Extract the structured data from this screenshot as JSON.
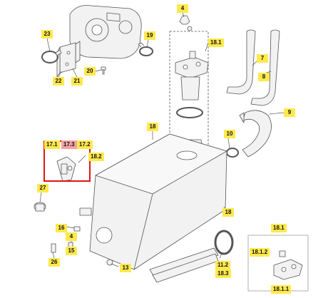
{
  "callouts": {
    "c23": "23",
    "c22": "22",
    "c21": "21",
    "c20": "20",
    "c19": "19",
    "c4top": "4",
    "c18_1top": "18.1",
    "c7": "7",
    "c8": "8",
    "c9": "9",
    "c18main": "18",
    "c10": "10",
    "c17_1": "17.1",
    "c17_2": "17.2",
    "c17_3": "17.3",
    "c18_2": "18.2",
    "c27": "27",
    "c16": "16",
    "c4mid": "4",
    "c15": "15",
    "c26": "26",
    "c13": "13",
    "c18bottom": "18",
    "c11_2": "11.2",
    "c18_3": "18.3",
    "c18_1inset": "18.1",
    "c18_1_2": "18.1.2",
    "c18_1_1": "18.1.1"
  },
  "colors": {
    "callout_fill": "#ffe94d",
    "callout_pink": "#f7a2a2",
    "highlight": "#e21414",
    "line": "#555555",
    "part_fill": "#f2f2f2"
  }
}
